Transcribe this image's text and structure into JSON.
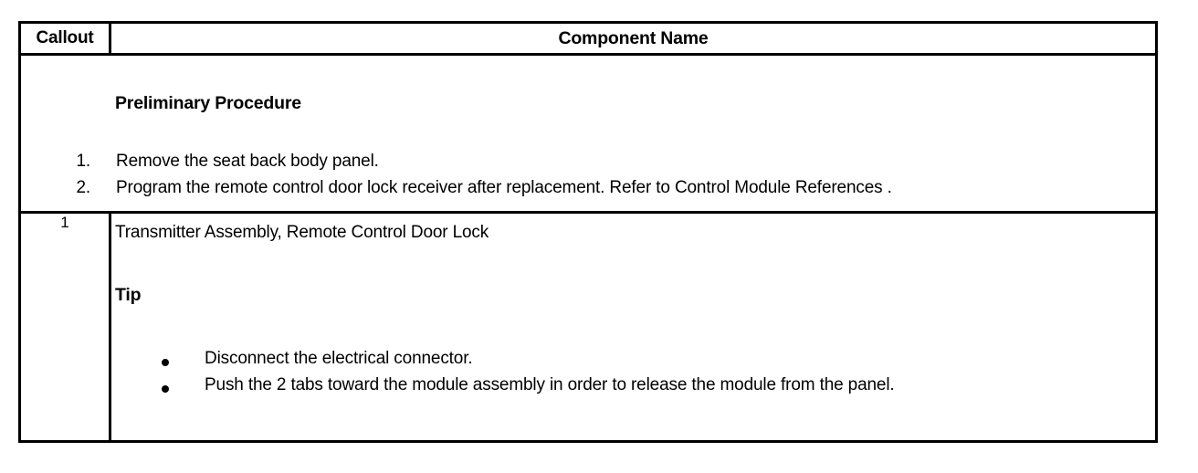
{
  "table": {
    "headers": {
      "callout": "Callout",
      "component_name": "Component Name"
    },
    "preliminary": {
      "title": "Preliminary Procedure",
      "steps": [
        {
          "marker": "1.",
          "text": "Remove the seat back body panel."
        },
        {
          "marker": "2.",
          "text": "Program the remote control door lock receiver after replacement. Refer to Control Module References ."
        }
      ]
    },
    "rows": [
      {
        "callout": "1",
        "component_name": "Transmitter Assembly, Remote Control Door Lock",
        "tip_title": "Tip",
        "tips": [
          "Disconnect the electrical connector.",
          "Push the 2 tabs toward the module assembly in order to release the module from the panel."
        ]
      }
    ]
  }
}
